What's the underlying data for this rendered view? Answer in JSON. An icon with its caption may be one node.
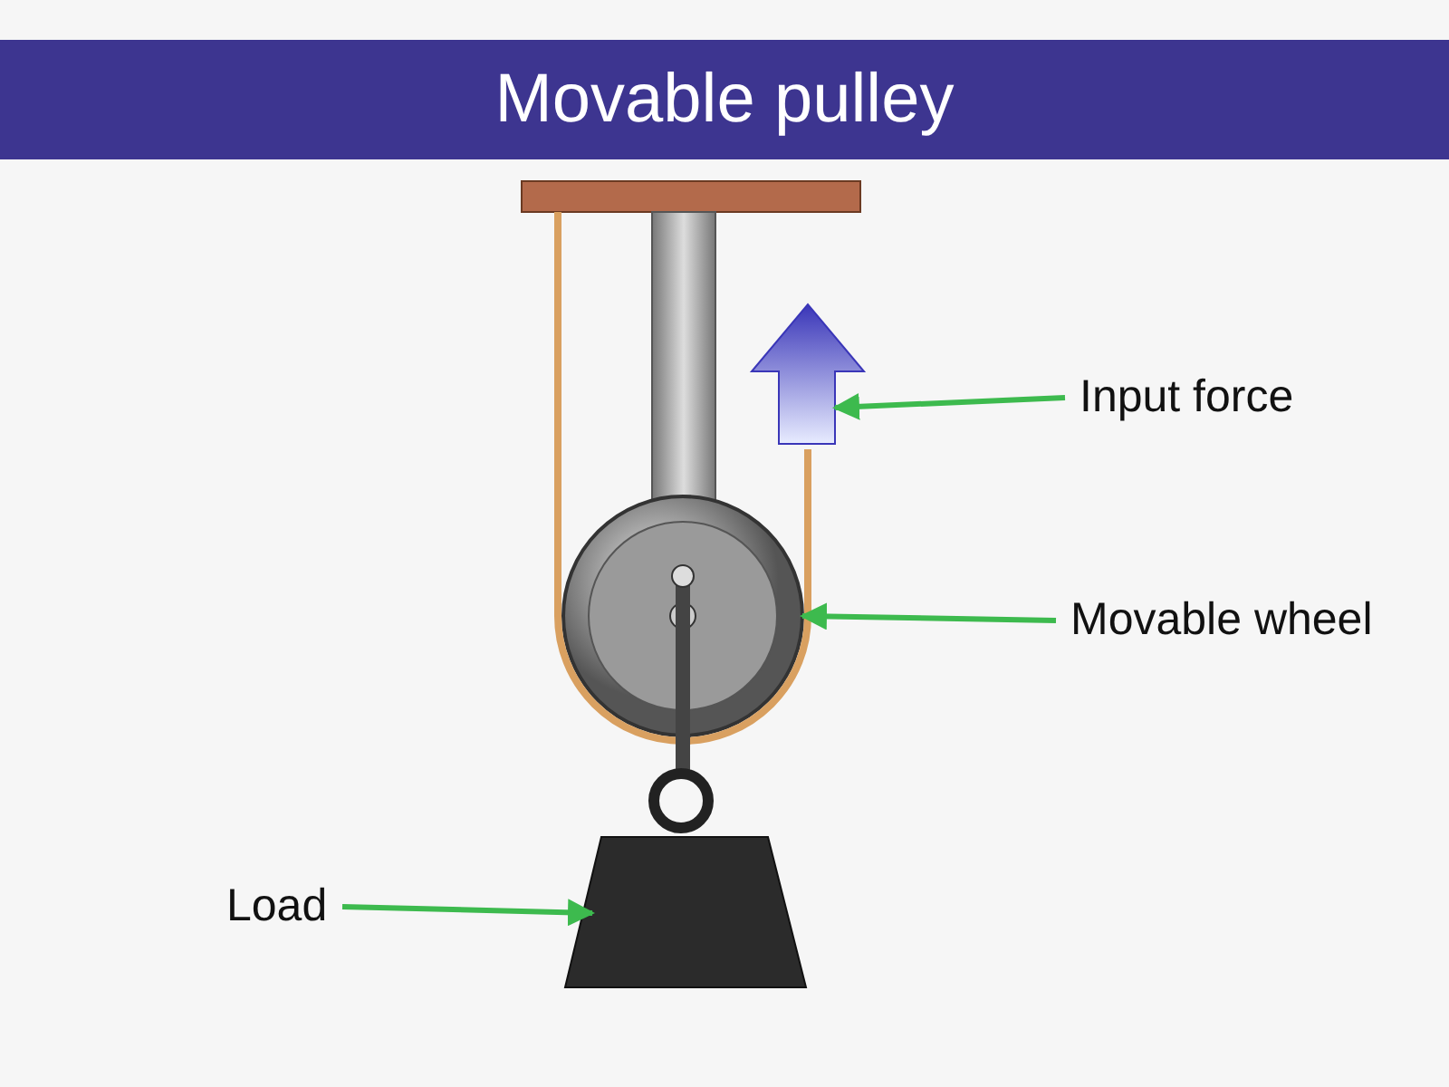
{
  "diagram": {
    "title": "Movable pulley",
    "nodes": [
      {
        "text": [
          "Input force"
        ]
      },
      {
        "text": [],
        "shape": "arrow"
      },
      {
        "text": [
          "Movable wheel"
        ]
      },
      {
        "text": [],
        "shape": "circle"
      },
      {
        "text": [
          "Load"
        ]
      },
      {
        "text": [],
        "shape": "box"
      }
    ],
    "edges": [
      {
        "from": 0,
        "to": 1,
        "arrow": "to"
      },
      {
        "from": 2,
        "to": 3,
        "arrow": "to"
      },
      {
        "from": 4,
        "to": 5,
        "arrow": "to"
      }
    ]
  }
}
